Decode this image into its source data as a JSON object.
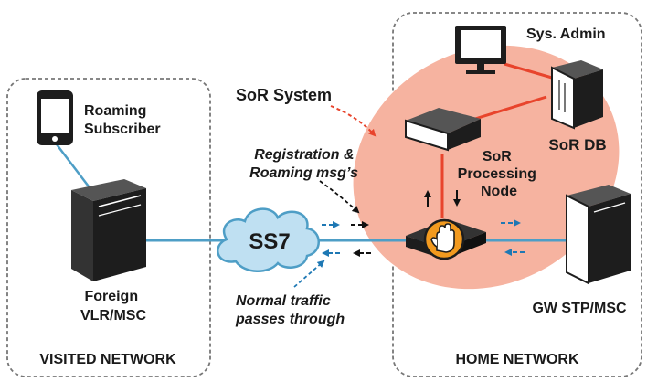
{
  "colors": {
    "home_ellipse": "#f6b3a0",
    "link_line": "#4e9ec6",
    "sor_link": "#e8442c",
    "cloud_fill": "#bfe0f2",
    "cloud_stroke": "#4e9ec6",
    "arrow_blue": "#1e78b4",
    "arrow_black": "#111111",
    "dashed_red": "#e8442c",
    "dashed_blue": "#1e78b4",
    "device_dark": "#1d1d1d",
    "hand_orange": "#f29a1f",
    "boundary": "#777777"
  },
  "icons": [
    "phone-icon",
    "server-icon",
    "cloud-icon",
    "monitor-icon",
    "database-server-icon",
    "processing-node-icon",
    "stop-hand-icon"
  ],
  "labels": {
    "roaming_subscriber": [
      "Roaming",
      "Subscriber"
    ],
    "foreign_vlr": [
      "Foreign",
      "VLR/MSC"
    ],
    "visited_network": "VISITED NETWORK",
    "home_network": "HOME NETWORK",
    "ss7": "SS7",
    "sor_system": "SoR System",
    "registration_msgs": [
      "Registration &",
      "Roaming msg’s"
    ],
    "normal_traffic": [
      "Normal traffic",
      "passes through"
    ],
    "sys_admin": "Sys. Admin",
    "sor_db": "SoR DB",
    "sor_processing_node": [
      "SoR",
      "Processing",
      "Node"
    ],
    "gw_stp_msc": "GW STP/MSC"
  }
}
